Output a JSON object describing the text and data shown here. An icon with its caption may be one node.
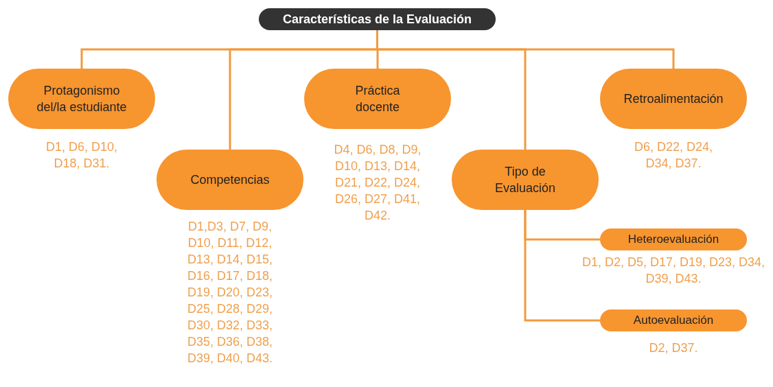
{
  "diagram": {
    "nodes": [
      {
        "text": [
          "Características de la Evaluación"
        ]
      },
      {
        "text": [
          "Protagonismo del/la estudiante"
        ],
        "beside": [
          "D1, D6, D10, D18, D31."
        ]
      },
      {
        "text": [
          "Competencias"
        ],
        "beside": [
          "D1,D3, D7, D9, D10, D11, D12, D13, D14, D15, D16, D17, D18, D19, D20, D23, D25, D28, D29, D30, D32, D33, D35, D36, D38, D39, D40, D43."
        ]
      },
      {
        "text": [
          "Práctica docente"
        ],
        "beside": [
          "D4, D6, D8, D9, D10, D13, D14, D21, D22, D24, D26, D27, D41, D42."
        ]
      },
      {
        "text": [
          "Tipo de Evaluación"
        ]
      },
      {
        "text": [
          "Retroalimentación"
        ],
        "beside": [
          "D6, D22, D24, D34, D37."
        ]
      },
      {
        "text": [
          "Heteroevaluación"
        ],
        "beside": [
          "D1, D2, D5, D17, D19, D23, D34, D39, D43."
        ]
      },
      {
        "text": [
          "Autoevaluación"
        ],
        "beside": [
          "D2, D37."
        ]
      }
    ],
    "edges": [
      {
        "from": 0,
        "to": 1,
        "arrow": "none"
      },
      {
        "from": 0,
        "to": 2,
        "arrow": "none"
      },
      {
        "from": 0,
        "to": 3,
        "arrow": "none"
      },
      {
        "from": 0,
        "to": 4,
        "arrow": "none"
      },
      {
        "from": 0,
        "to": 5,
        "arrow": "none"
      },
      {
        "from": 4,
        "to": 6,
        "arrow": "none"
      },
      {
        "from": 4,
        "to": 7,
        "arrow": "none"
      }
    ]
  }
}
